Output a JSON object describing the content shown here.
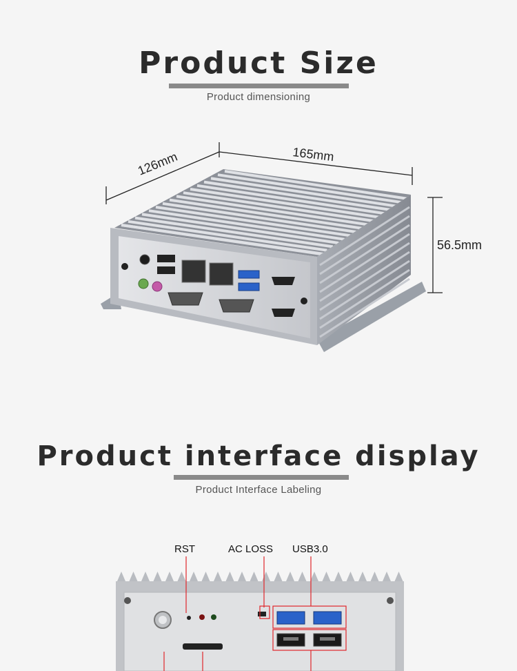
{
  "size_section": {
    "title": "Product Size",
    "subtitle": "Product dimensioning",
    "dimensions": {
      "depth": "126mm",
      "width": "165mm",
      "height": "56.5mm"
    }
  },
  "interface_section": {
    "title": "Product interface display",
    "subtitle": "Product Interface Labeling",
    "callouts": {
      "rst": "RST",
      "ac_loss": "AC LOSS",
      "usb3": "USB3.0"
    }
  },
  "colors": {
    "accent_bar": "#8a8a8a",
    "callout_line": "#e0262a"
  }
}
